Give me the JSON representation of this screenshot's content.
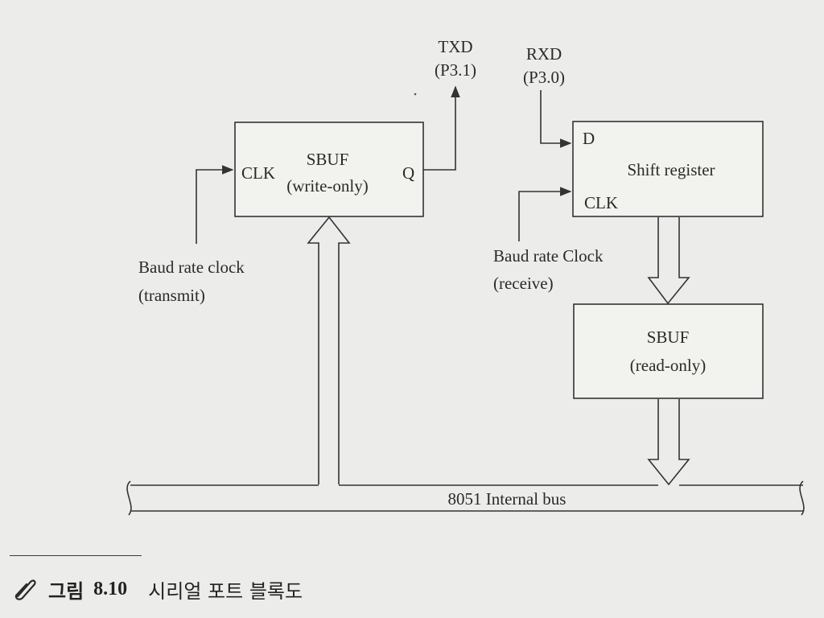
{
  "diagram": {
    "txd_pin": {
      "name": "TXD",
      "port": "(P3.1)"
    },
    "rxd_pin": {
      "name": "RXD",
      "port": "(P3.0)"
    },
    "sbuf_write": {
      "clk": "CLK",
      "title": "SBUF",
      "mode": "(write-only)",
      "output": "Q"
    },
    "shift_register": {
      "d": "D",
      "title": "Shift register",
      "clk": "CLK"
    },
    "sbuf_read": {
      "title": "SBUF",
      "mode": "(read-only)"
    },
    "baud_transmit": {
      "line1": "Baud rate clock",
      "line2": "(transmit)"
    },
    "baud_receive": {
      "line1": "Baud rate Clock",
      "line2": "(receive)"
    },
    "bus": {
      "label": "8051 Internal bus"
    }
  },
  "caption": {
    "icon": "paperclip-icon",
    "label": "그림",
    "number": "8.10",
    "title": "시리얼 포트 블록도"
  }
}
